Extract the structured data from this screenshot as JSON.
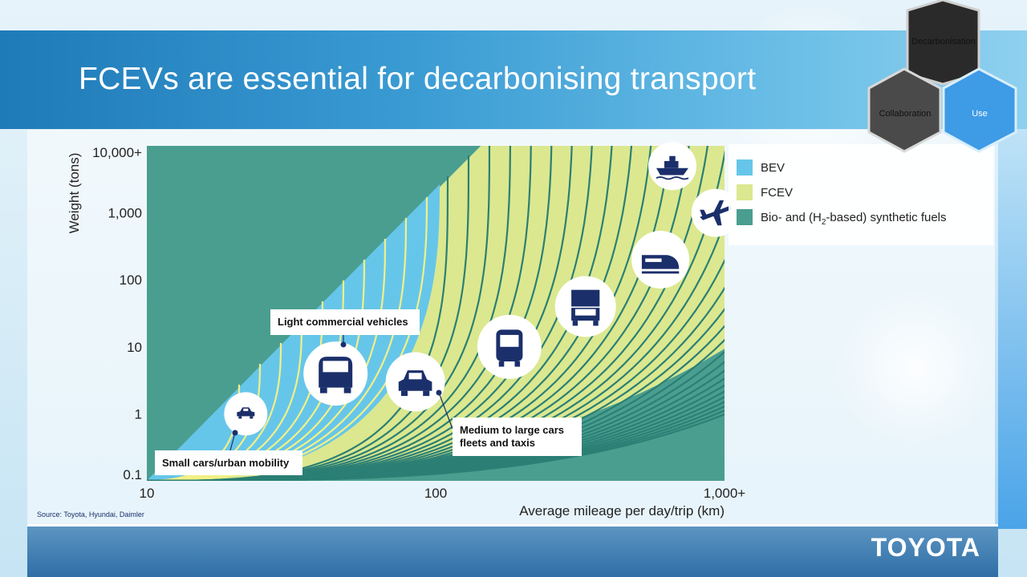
{
  "slide": {
    "title": "FCEVs are essential for decarbonising transport",
    "source": "Source: Toyota, Hyundai, Daimler",
    "brand": "TOYOTA"
  },
  "nav": {
    "decarbonisation": "Decarbonisation",
    "collaboration": "Collaboration",
    "use": "Use"
  },
  "legend": {
    "bev": "BEV",
    "fcev": "FCEV",
    "bio_prefix": "Bio- and (H",
    "bio_sub": "2",
    "bio_suffix": "-based) synthetic fuels"
  },
  "colors": {
    "bev": "#66c6ea",
    "fcev": "#dbe88f",
    "bio": "#4a9e90",
    "line_light": "#f3f085",
    "line_dark": "#2b7f74",
    "icon_navy": "#1b2f6b"
  },
  "chart_data": {
    "type": "area",
    "xlabel": "Average mileage per day/trip (km)",
    "ylabel": "Weight (tons)",
    "x_scale": "log",
    "y_scale": "log",
    "x_ticks": [
      "10",
      "100",
      "1,000+"
    ],
    "y_ticks": [
      "0.1",
      "1",
      "10",
      "100",
      "1,000",
      "10,000+"
    ],
    "xlim": [
      10,
      1000
    ],
    "ylim": [
      0.1,
      10000
    ],
    "grid": false,
    "legend_position": "right",
    "regions": [
      {
        "name": "BEV",
        "color": "#66c6ea"
      },
      {
        "name": "FCEV",
        "color": "#dbe88f"
      },
      {
        "name": "Bio- and (H2-based) synthetic fuels",
        "color": "#4a9e90"
      }
    ],
    "applications": [
      {
        "label": "Small cars/urban mobility",
        "icon": "small-car-icon",
        "x": 22,
        "y": 1
      },
      {
        "label": "Light commercial vehicles",
        "icon": "van-icon",
        "x": 45,
        "y": 4
      },
      {
        "label": "Medium to large cars\nfleets and taxis",
        "icon": "sedan-icon",
        "x": 85,
        "y": 3
      },
      {
        "label": "",
        "icon": "bus-icon",
        "x": 180,
        "y": 10
      },
      {
        "label": "",
        "icon": "truck-icon",
        "x": 330,
        "y": 40
      },
      {
        "label": "",
        "icon": "train-icon",
        "x": 600,
        "y": 200
      },
      {
        "label": "",
        "icon": "plane-icon",
        "x": 930,
        "y": 1000
      },
      {
        "label": "",
        "icon": "ship-icon",
        "x": 660,
        "y": 5000
      }
    ]
  }
}
